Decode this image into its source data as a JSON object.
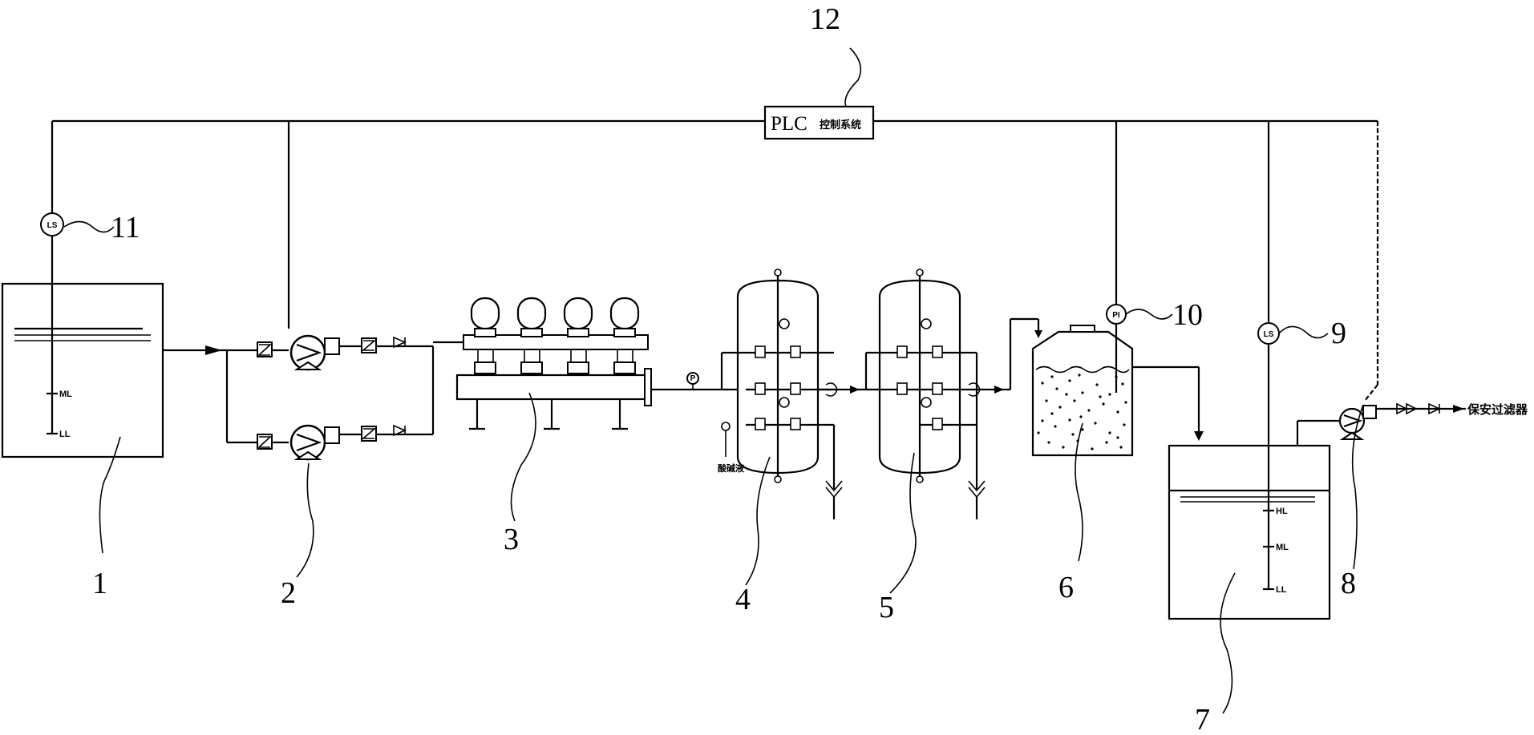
{
  "plc": {
    "prefix": "PLC",
    "suffix": "控制系统"
  },
  "instruments": {
    "ls_11": "LS",
    "pi_10": "PI",
    "ls_9": "LS"
  },
  "levels": {
    "tank1": {
      "ml": "ML",
      "ll": "LL"
    },
    "tank7": {
      "hl": "HL",
      "ml": "ML",
      "ll": "LL"
    }
  },
  "labels": {
    "acid_alkali": "酸碱液",
    "filter_outlet": "保安过滤器",
    "feed_pi": "P"
  },
  "callouts": [
    "1",
    "2",
    "3",
    "4",
    "5",
    "6",
    "7",
    "8",
    "9",
    "10",
    "11",
    "12"
  ]
}
